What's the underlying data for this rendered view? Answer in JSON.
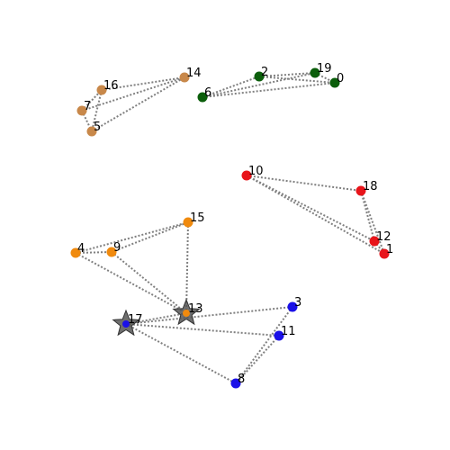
{
  "graph": {
    "colors": {
      "edge": "#808080",
      "red": "#e8141a",
      "green": "#0b5e0b",
      "orange": "#f08a0e",
      "brown": "#c8884a",
      "blue": "#1a10e8",
      "hub": "#555555"
    },
    "nodes": [
      {
        "id": "0",
        "label": "0",
        "group": "green"
      },
      {
        "id": "1",
        "label": "1",
        "group": "red"
      },
      {
        "id": "2",
        "label": "2",
        "group": "green"
      },
      {
        "id": "3",
        "label": "3",
        "group": "blue"
      },
      {
        "id": "4",
        "label": "4",
        "group": "orange"
      },
      {
        "id": "5",
        "label": "5",
        "group": "brown"
      },
      {
        "id": "6",
        "label": "6",
        "group": "green"
      },
      {
        "id": "7",
        "label": "7",
        "group": "brown"
      },
      {
        "id": "8",
        "label": "8",
        "group": "blue"
      },
      {
        "id": "9",
        "label": "9",
        "group": "orange"
      },
      {
        "id": "10",
        "label": "10",
        "group": "red"
      },
      {
        "id": "11",
        "label": "11",
        "group": "blue"
      },
      {
        "id": "12",
        "label": "12",
        "group": "red"
      },
      {
        "id": "13",
        "label": "13",
        "group": "orange",
        "star": true
      },
      {
        "id": "14",
        "label": "14",
        "group": "brown"
      },
      {
        "id": "15",
        "label": "15",
        "group": "orange"
      },
      {
        "id": "16",
        "label": "16",
        "group": "brown"
      },
      {
        "id": "17",
        "label": "17",
        "group": "blue",
        "star": true
      },
      {
        "id": "18",
        "label": "18",
        "group": "red"
      },
      {
        "id": "19",
        "label": "19",
        "group": "green"
      }
    ],
    "edges": [
      [
        "16",
        "14"
      ],
      [
        "7",
        "14"
      ],
      [
        "5",
        "14"
      ],
      [
        "16",
        "5"
      ],
      [
        "7",
        "5"
      ],
      [
        "7",
        "16"
      ],
      [
        "6",
        "2"
      ],
      [
        "6",
        "19"
      ],
      [
        "6",
        "0"
      ],
      [
        "2",
        "19"
      ],
      [
        "2",
        "0"
      ],
      [
        "19",
        "0"
      ],
      [
        "10",
        "18"
      ],
      [
        "10",
        "12"
      ],
      [
        "10",
        "1"
      ],
      [
        "18",
        "12"
      ],
      [
        "18",
        "1"
      ],
      [
        "12",
        "1"
      ],
      [
        "4",
        "9"
      ],
      [
        "4",
        "15"
      ],
      [
        "4",
        "13"
      ],
      [
        "9",
        "15"
      ],
      [
        "9",
        "13"
      ],
      [
        "15",
        "13"
      ],
      [
        "17",
        "3"
      ],
      [
        "17",
        "11"
      ],
      [
        "17",
        "8"
      ],
      [
        "3",
        "8"
      ],
      [
        "11",
        "8"
      ],
      [
        "13",
        "17"
      ]
    ]
  }
}
